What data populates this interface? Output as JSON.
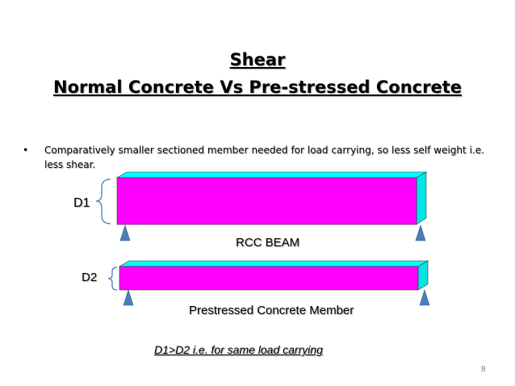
{
  "slide": {
    "title_line1": "Shear",
    "title_line2": "Normal Concrete Vs Pre-stressed Concrete",
    "bullet_symbol": "•",
    "bullet_text": "Comparatively smaller sectioned member needed for load carrying, so less self weight i.e. less shear.",
    "page_number": "8"
  },
  "diagram": {
    "depth_label_1": "D1",
    "depth_label_2": "D2",
    "beam_1_caption": "RCC BEAM",
    "beam_2_caption": "Prestressed Concrete Member",
    "comparison_note": "D1>D2 i.e. for same load carrying ",
    "colors": {
      "beam_face": "#ff00ff",
      "beam_top": "#00ffff",
      "beam_end": "#00e5e5",
      "support": "#4a7ebb"
    }
  }
}
